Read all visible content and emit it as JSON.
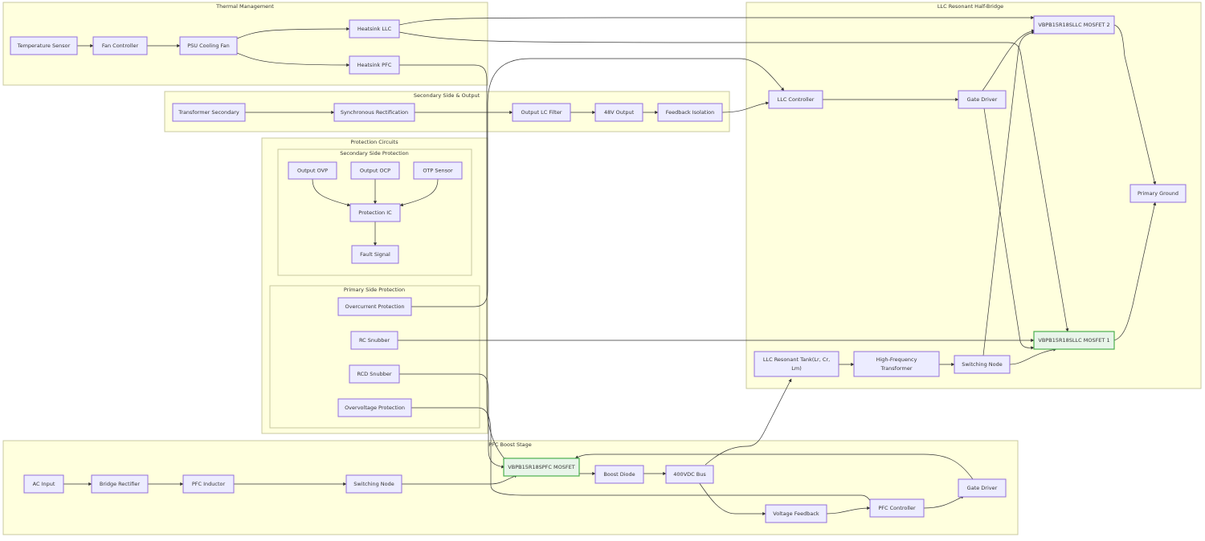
{
  "diagram": {
    "clusters": {
      "thermal": "Thermal Management",
      "llc": "LLC Resonant Half-Bridge",
      "secondary_output": "Secondary Side & Output",
      "protection": "Protection Circuits",
      "secondary_protection": "Secondary Side Protection",
      "primary_protection": "Primary Side Protection",
      "pfc": "PFC Boost Stage"
    },
    "nodes": {
      "temp_sensor": "Temperature Sensor",
      "fan_controller": "Fan Controller",
      "psu_fan": "PSU Cooling Fan",
      "heatsink_llc": "Heatsink LLC",
      "heatsink_pfc": "Heatsink PFC",
      "transformer_secondary": "Transformer Secondary",
      "sync_rect": "Synchronous Rectification",
      "output_lc": "Output LC Filter",
      "out_48v": "48V Output",
      "feedback_iso": "Feedback Isolation",
      "output_ovp": "Output OVP",
      "output_ocp": "Output OCP",
      "otp_sensor": "OTP Sensor",
      "protection_ic": "Protection IC",
      "fault_signal": "Fault Signal",
      "overcurrent": "Overcurrent Protection",
      "rc_snubber": "RC Snubber",
      "rcd_snubber": "RCD Snubber",
      "overvoltage": "Overvoltage Protection",
      "llc_controller": "LLC Controller",
      "llc_gate_driver": "Gate Driver",
      "mosfet2": "VBPB15R18SLLC MOSFET 2",
      "primary_ground": "Primary Ground",
      "mosfet1": "VBPB15R18SLLC MOSFET 1",
      "llc_tank_line1": "LLC Resonant Tank(Lr, Cr,",
      "llc_tank_line2": "Lm)",
      "hf_transformer_line1": "High-Frequency",
      "hf_transformer_line2": "Transformer",
      "llc_switching_node": "Switching Node",
      "ac_input": "AC Input",
      "bridge_rectifier": "Bridge Rectifier",
      "pfc_inductor": "PFC Inductor",
      "pfc_switching_node": "Switching Node",
      "pfc_mosfet": "VBPB15R18SPFC MOSFET",
      "boost_diode": "Boost Diode",
      "bus_400v": "400VDC Bus",
      "voltage_feedback": "Voltage Feedback",
      "pfc_controller": "PFC Controller",
      "pfc_gate_driver": "Gate Driver"
    },
    "colors": {
      "cluster_fill": "#ffffde",
      "node_fill": "#ececff",
      "node_stroke": "#9370db",
      "highlight_fill": "#e8f5e9",
      "highlight_stroke": "#4caf50",
      "edge": "#333333"
    }
  }
}
